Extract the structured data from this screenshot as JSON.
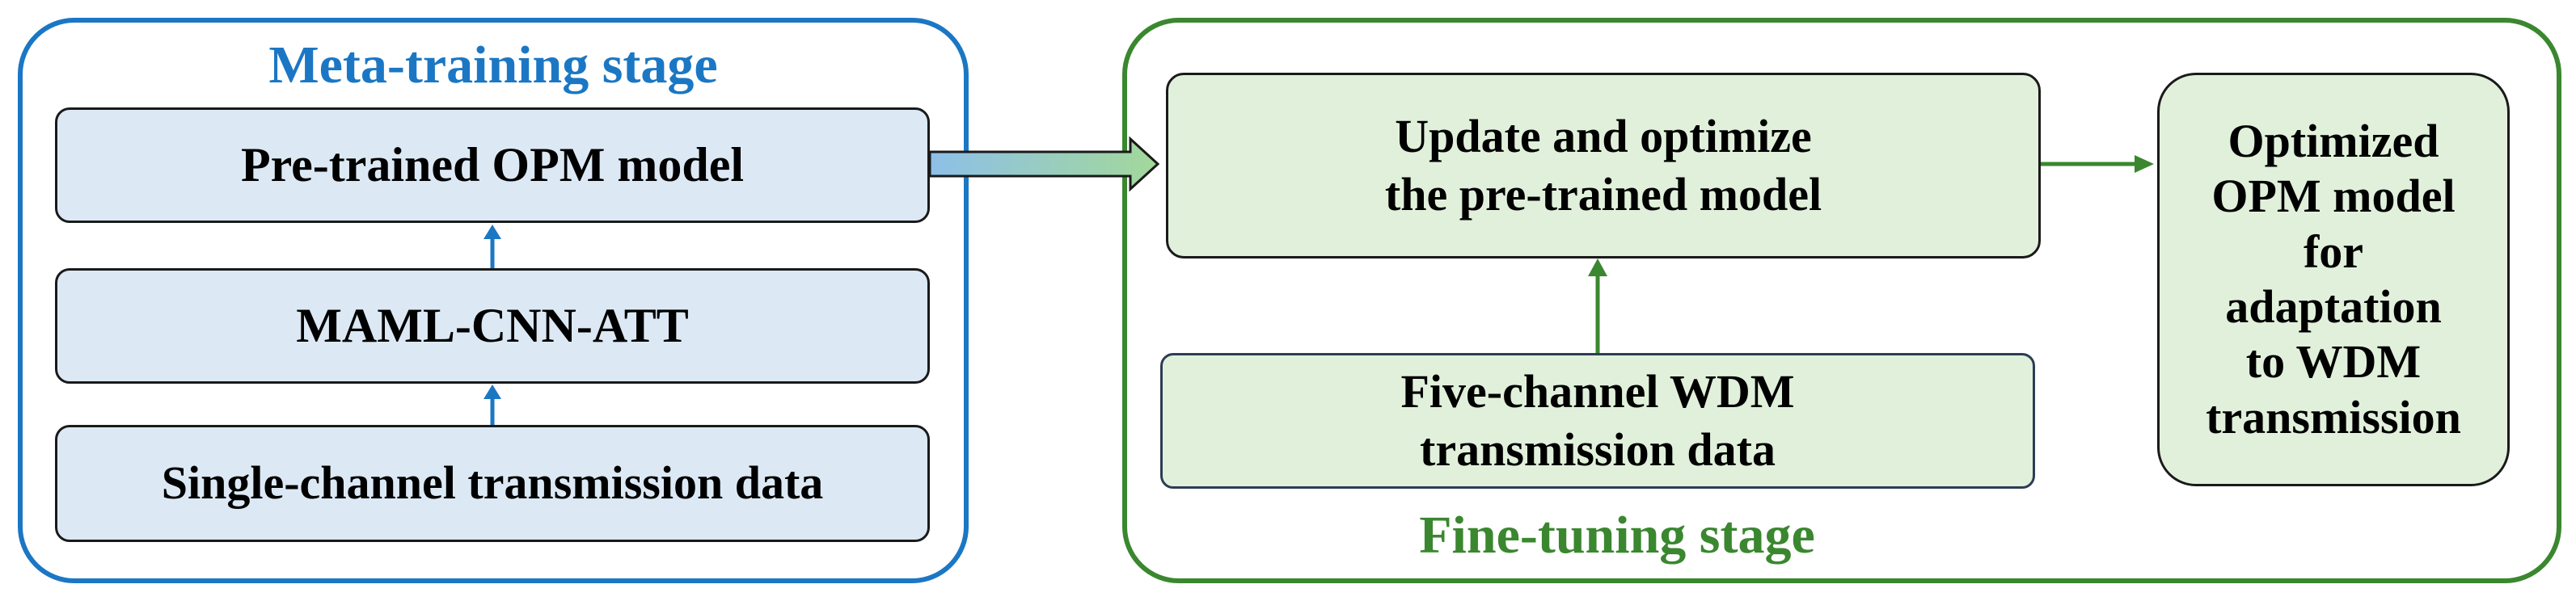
{
  "meta_stage": {
    "title": "Meta-training stage",
    "boxes": {
      "pretrained": "Pre-trained OPM model",
      "maml": "MAML-CNN-ATT",
      "single": "Single-channel transmission data"
    }
  },
  "fine_stage": {
    "title": "Fine-tuning stage",
    "boxes": {
      "update_line1": "Update and optimize",
      "update_line2": "the pre-trained model",
      "five_line1": "Five-channel WDM",
      "five_line2": "transmission data"
    }
  },
  "output": {
    "lines": [
      "Optimized",
      "OPM model",
      "for",
      "adaptation",
      "to WDM",
      "transmission"
    ]
  },
  "colors": {
    "meta_accent": "#1b77c4",
    "fine_accent": "#3a872f",
    "meta_box_fill": "#dce9f5",
    "fine_box_fill": "#e1f0db"
  }
}
